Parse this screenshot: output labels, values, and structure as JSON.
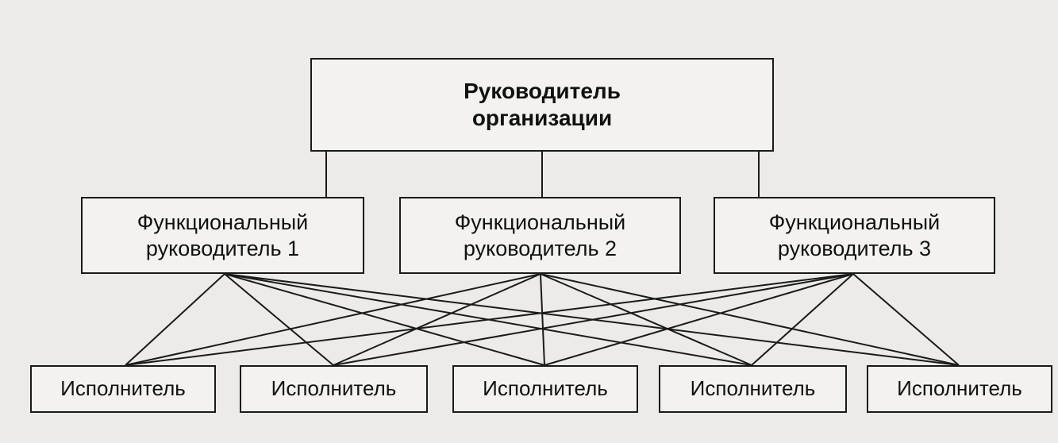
{
  "head": {
    "line1": "Руководитель",
    "line2": "организации"
  },
  "functional_managers": [
    {
      "line1": "Функциональный",
      "line2": "руководитель 1"
    },
    {
      "line1": "Функциональный",
      "line2": "руководитель 2"
    },
    {
      "line1": "Функциональный",
      "line2": "руководитель 3"
    }
  ],
  "executors": [
    {
      "label": "Исполнитель"
    },
    {
      "label": "Исполнитель"
    },
    {
      "label": "Исполнитель"
    },
    {
      "label": "Исполнитель"
    },
    {
      "label": "Исполнитель"
    }
  ],
  "connections": {
    "head_to_functional": [
      0,
      1,
      2
    ],
    "functional_to_executors": [
      [
        0,
        1,
        2,
        3,
        4
      ],
      [
        0,
        1,
        2,
        3,
        4
      ],
      [
        0,
        1,
        2,
        3,
        4
      ]
    ]
  },
  "colors": {
    "line": "#1a1a1a",
    "box_border": "#1a1a1a",
    "box_fill": "#f3f2ef"
  }
}
